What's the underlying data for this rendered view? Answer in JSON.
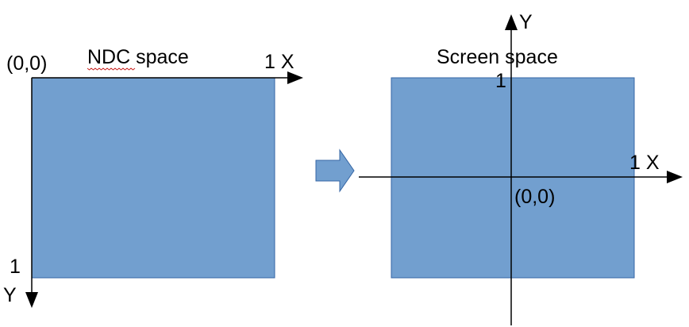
{
  "colors": {
    "rect_fill": "#729fcf",
    "rect_stroke": "#3465a4",
    "axis": "#000000",
    "spellcheck_underline": "#c9211e"
  },
  "ndc": {
    "title": "NDC space",
    "origin_label": "(0,0)",
    "x_label": "1 X",
    "y_tick_label": "1",
    "y_axis_label": "Y"
  },
  "transition": {
    "icon": "right-arrow-icon"
  },
  "screen": {
    "title": "Screen space",
    "y_axis_label": "Y",
    "y_tick_label": "1",
    "x_label": "1 X",
    "origin_label": "(0,0)"
  }
}
